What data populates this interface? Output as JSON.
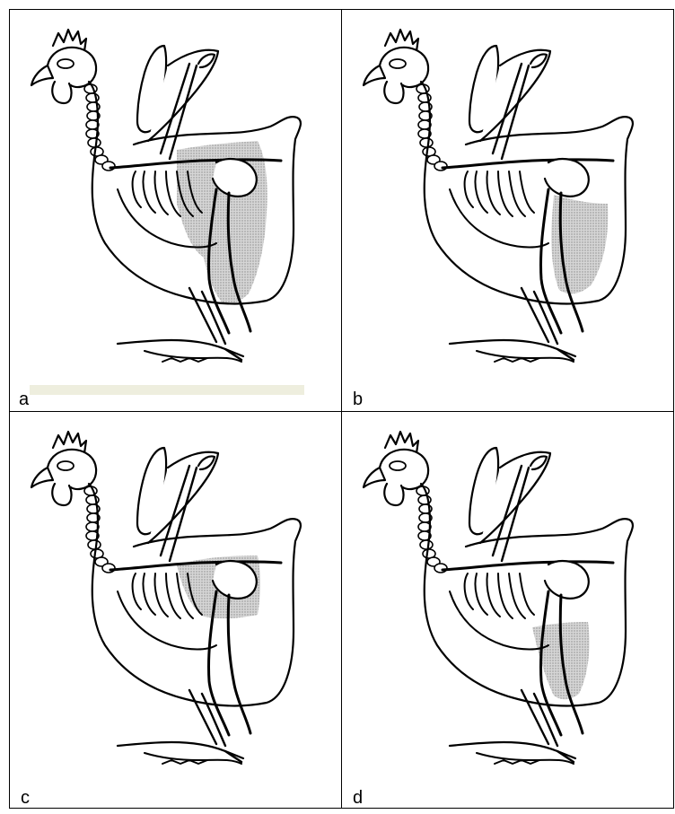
{
  "panels": [
    {
      "id": "a",
      "label": "a",
      "highlight": "thigh"
    },
    {
      "id": "b",
      "label": "b",
      "highlight": "drumstick"
    },
    {
      "id": "c",
      "label": "c",
      "highlight": "upper-thigh"
    },
    {
      "id": "d",
      "label": "d",
      "highlight": "lower-leg"
    }
  ],
  "colors": {
    "highlight": "#c9c9c9",
    "outline": "#000000",
    "bar": "#eeeede"
  }
}
